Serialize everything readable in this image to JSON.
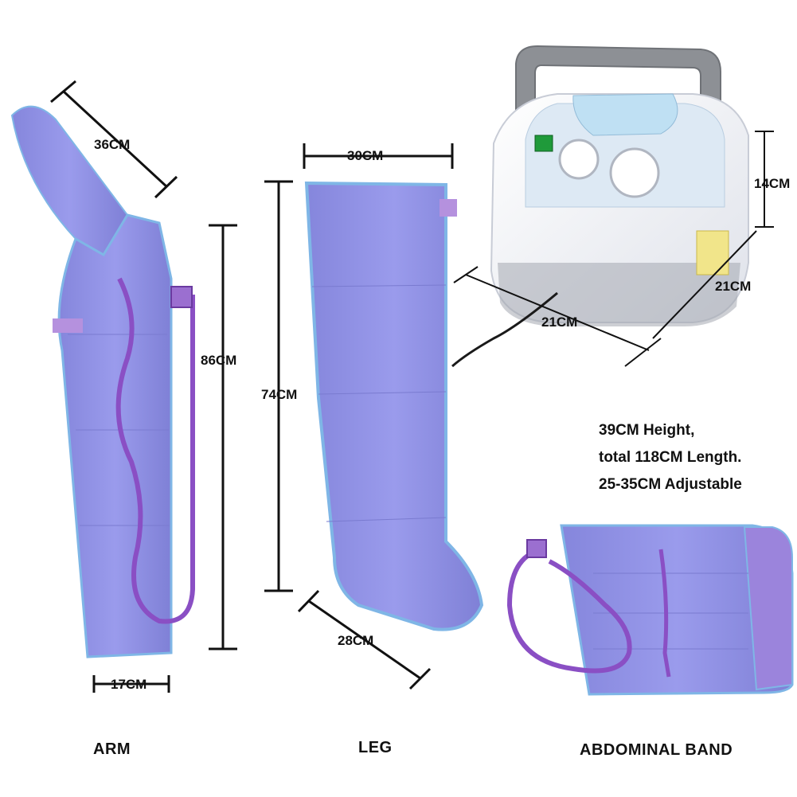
{
  "dimensions": {
    "arm_strap_width": "36CM",
    "arm_length": "86CM",
    "arm_bottom_width": "17CM",
    "leg_top_width": "30CM",
    "leg_length": "74CM",
    "leg_foot_width": "28CM",
    "machine_height": "14CM",
    "machine_depth": "21CM",
    "machine_width": "21CM"
  },
  "specs": {
    "line1": "39CM  Height,",
    "line2": "total 118CM Length.",
    "line3": "25-35CM Adjustable"
  },
  "captions": {
    "arm": "ARM",
    "leg": "LEG",
    "abdominal": "ABDOMINAL BAND"
  },
  "colors": {
    "sleeve": "#8e8fe6",
    "sleeve_edge": "#7fb6e6",
    "tube": "#8a4fc4",
    "machine_body": "#f3f4f8",
    "machine_handle": "#8d9095",
    "panel": "#cfe3f2"
  }
}
